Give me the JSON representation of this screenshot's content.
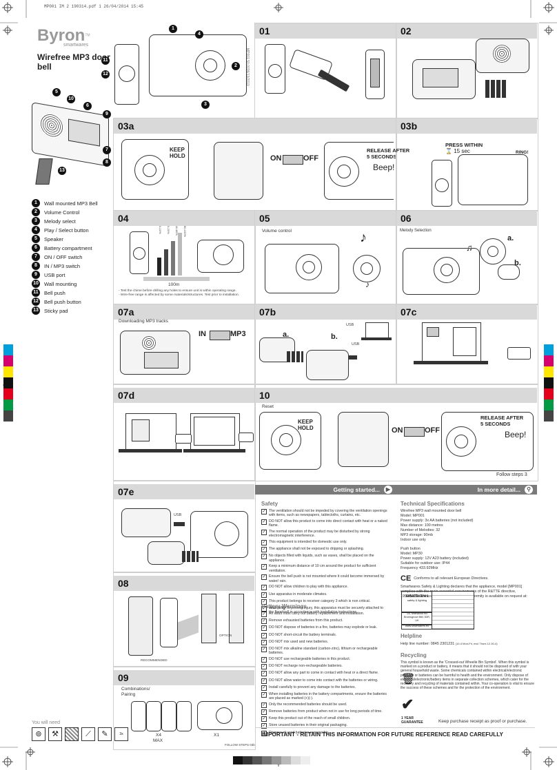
{
  "file_header": "MP001 IM 2 190314.pdf   1   26/04/2014   15:45",
  "brand": {
    "name": "Byron",
    "tm": "TM",
    "sub": "smartwares"
  },
  "product_title": "Wirefree MP3 door bell",
  "side_code": "MP001 50.0036/13/2019",
  "legend": [
    {
      "n": "1",
      "label": "Wall mounted MP3 Bell"
    },
    {
      "n": "2",
      "label": "Volume Control"
    },
    {
      "n": "3",
      "label": "Melody select"
    },
    {
      "n": "4",
      "label": "Play / Select button"
    },
    {
      "n": "5",
      "label": "Speaker"
    },
    {
      "n": "6",
      "label": "Battery compartment"
    },
    {
      "n": "7",
      "label": "ON / OFF switch"
    },
    {
      "n": "8",
      "label": "IN / MP3 switch"
    },
    {
      "n": "9",
      "label": "USB port"
    },
    {
      "n": "10",
      "label": "Wall mounting"
    },
    {
      "n": "11",
      "label": "Bell push"
    },
    {
      "n": "12",
      "label": "Bell push button"
    },
    {
      "n": "13",
      "label": "Sticky pad"
    }
  ],
  "callouts": {
    "c1": "1",
    "c2": "2",
    "c3": "3",
    "c4": "4",
    "c5": "5",
    "c6": "6",
    "c7": "7",
    "c8": "8",
    "c9": "9",
    "c10": "10",
    "c11": "11",
    "c12": "12",
    "c13": "13"
  },
  "sections": {
    "s01": "01",
    "s02": "02",
    "s03a": "03a",
    "s03b": "03b",
    "s04": "04",
    "s05": "05",
    "s06": "06",
    "s07a": "07a",
    "s07b": "07b",
    "s07c": "07c",
    "s07d": "07d",
    "s10": "10",
    "s07e": "07e",
    "s08": "08",
    "s09": "09"
  },
  "s03a": {
    "keep": "KEEP",
    "hold": "HOLD",
    "on": "ON",
    "off": "OFF"
  },
  "s03b": {
    "release_after": "RELEASE AFTER",
    "seconds": "5 SECONDS",
    "beep": "Beep!",
    "press_within": "PRESS WITHIN",
    "sec": "15 sec",
    "ring": "RING!"
  },
  "s04": {
    "range": "100m",
    "note1": "- Test the chime before drilling any holes to ensure unit is within operating range.",
    "note2": "- Wire-free range is affected by some materials/structures. Test prior to installation.",
    "bars": [
      "0-10%",
      "0-20%",
      "40-80%",
      "80-100%"
    ]
  },
  "s05": {
    "caption": "Volume control"
  },
  "s06": {
    "caption": "Melody Selection",
    "a": "a.",
    "b": "b."
  },
  "s07a": {
    "caption": "Downloading MP3 tracks",
    "in": "IN",
    "mp3": "MP3"
  },
  "s07b": {
    "a": "a.",
    "b": "b.",
    "usb1": "USB",
    "usb2": "USB"
  },
  "s10": {
    "caption": "Reset",
    "keep": "KEEP",
    "hold": "HOLD",
    "on": "ON",
    "off": "OFF",
    "release_after": "RELEASE AFTER",
    "seconds": "5 SECONDS",
    "beep": "Beep!",
    "follow": "Follow steps 3"
  },
  "s07e": {
    "usb": "USB"
  },
  "s08": {
    "recommended": "RECOMMENDED",
    "option": "OPTION"
  },
  "s09": {
    "caption1": "Combinations/",
    "caption2": "Pairing",
    "x4": "X4",
    "max": "MAX",
    "x1": "X1",
    "follow": "FOLLOW STEPS 03b"
  },
  "you_will_need": {
    "label": "You will need",
    "count": "3x"
  },
  "getting_started": "Getting started...",
  "in_more_detail": "In more detail...",
  "safety": {
    "title": "Safety",
    "items": [
      "The ventilation should not be impeded by covering the ventilation openings with items, such as newspapers, tablecloths, curtains, etc.",
      "DO NOT allow this product to come into direct contact with heat or a naked flame.",
      "The normal operation of the product may be disturbed by strong electromagnetic interference.",
      "This equipment is intended for domestic use only.",
      "The appliance shall not be exposed to dripping or splashing.",
      "No objects filled with liquids, such as vases, shall be placed on the appliance.",
      "Keep a minimum distance of 10 cm around the product for sufficient ventilation.",
      "Ensure the bell push is not mounted where it could become immersed by water/ rain.",
      "DO NOT allow children to play with this appliance.",
      "Use apparatus in moderate climates.",
      "This product belongs to receiver category 3 which is non critical."
    ],
    "warning_label": "Warning",
    "warning_text": "To prevent injury, this apparatus must be securely attached to the floor/wall in accordance with installation instructions."
  },
  "battery": {
    "title": "Battery Warnings",
    "items": [
      "An adult must carry out battery replacement and installation.",
      "Remove exhausted batteries from this product.",
      "DO NOT dispose of batteries in a fire, batteries may explode or leak.",
      "DO NOT short-circuit the battery terminals.",
      "DO NOT mix used and new batteries.",
      "DO NOT mix alkaline standard (carbon-zinc), lithium or rechargeable batteries.",
      "DO NOT use rechargeable batteries in this product.",
      "DO NOT recharge non-rechargeable batteries.",
      "DO NOT allow any part to come in contact with heat or a direct flame.",
      "DO NOT allow water to come into contact with the batteries or wiring.",
      "Install carefully to prevent any damage to the batteries.",
      "When installing batteries in the battery compartments, ensure the batteries are placed as marked (+)(-).",
      "Only the recommended batteries should be used.",
      "Remove batteries from product when not in use for long periods of time.",
      "Keep this product out of the reach of small children.",
      "Store unused batteries in their original packaging.",
      "Dispose of used batteries responsibly."
    ]
  },
  "tech": {
    "title": "Technical Specifications",
    "lines": [
      "Wirefree MP3 wall mounted door bell",
      "Model: MP001",
      "Power supply: 3x AA batteries (not included)",
      "Max distance: 100 metres",
      "Number of Melodies: 32",
      "MP3 storage: 90mb",
      "Indoor use only"
    ],
    "lines2": [
      "Push button",
      "Model: MP30",
      "Power supply: 12V A23 battery (included)",
      "Suitable for outdoor use: IP44",
      "Frequency 433.92MHz"
    ],
    "ce": "Conforms to all relevant European Directives.",
    "declaration": "Smartwares Safety & Lighting declares that the appliance, model [MP001] complies with the main essential requirements of the R&TTE directive, 1999/5/CE. The complete declaration of conformity is available on request at:"
  },
  "contact": {
    "brand": "smartwares",
    "b2": "safety & lighting",
    "addr": "24, Sherwood Rd Bromsgrove B60 3DR, UK",
    "web": "www.smartwares.eu"
  },
  "helpline": {
    "title": "Helpline",
    "text": "Help line number: 0845 2301231",
    "hours": "(10-4 Mon-Fri, excl Thurs 12.30-4)"
  },
  "recycling": {
    "title": "Recycling",
    "text": "This symbol is known as the 'Crossed-out Wheelie Bin Symbol'. When this symbol is marked on a product or battery, it means that it should not be disposed of with your general household waste. Some chemicals contained within electrical/electronic products or batteries can be harmful to health and the environment. Only dispose of electrical/electronic/battery items in separate collection schemes, which cater for the recovery and recycling of materials contained within. Your co-operation is vital to ensure the success of these schemes and for the protection of the environment."
  },
  "guarantee": {
    "l1": "1 YEAR",
    "l2": "GUARANTEE",
    "keep": "Keep purchase receipt as proof or purchase."
  },
  "important": "IMPORTANT - RETAIN THIS INFORMATION FOR FUTURE REFERENCE READ CAREFULLY",
  "colors": {
    "cyan": "#00a0dc",
    "magenta": "#d6006f",
    "yellow": "#ffe600",
    "black": "#111111",
    "red": "#e2001a",
    "green": "#009a44",
    "blue": "#2e3192",
    "grey_bar": "#d9d9d9",
    "dark_bar": "#7a7a7a"
  }
}
